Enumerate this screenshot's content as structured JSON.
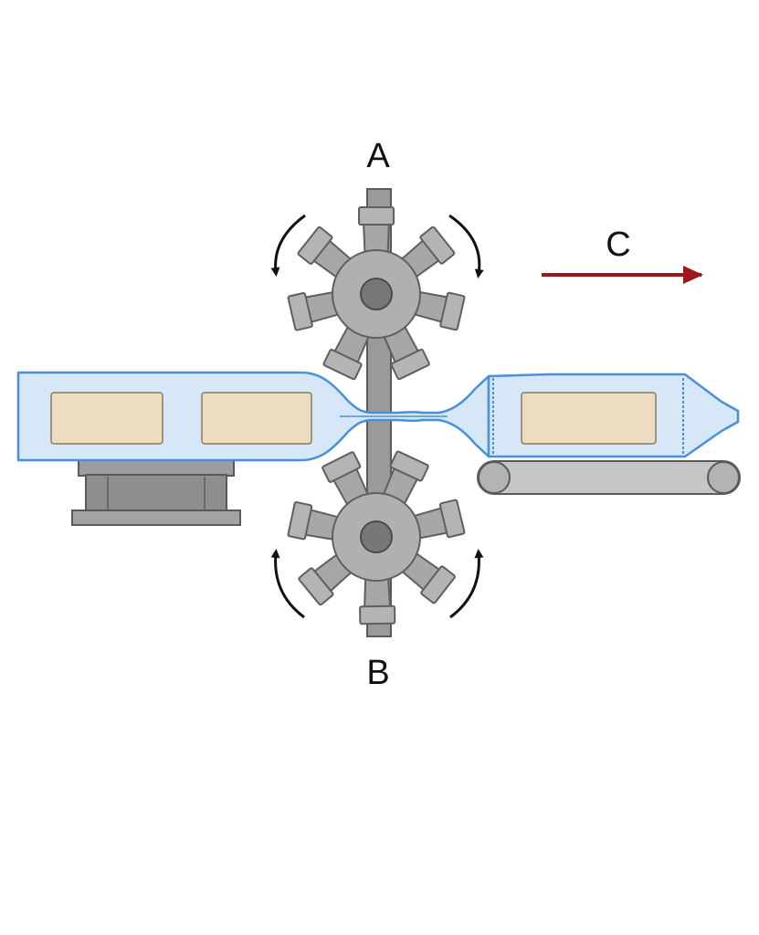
{
  "labels": {
    "top_wheel": "A",
    "bottom_wheel": "B",
    "direction": "C"
  },
  "colors": {
    "film": "#4a90d9",
    "film_fill": "#d6e8f8",
    "product": "#ecdcc0",
    "metal": "#a3a3a3",
    "metal_dark": "#6f6f6f",
    "arrow_direction": "#a0141c",
    "arrow_rotation": "#111111"
  },
  "icons": {
    "top_wheel": "cross-seal-wheel-icon",
    "bottom_wheel": "cross-seal-wheel-icon",
    "feed_base": "feed-platform-icon",
    "out_conveyor": "conveyor-belt-icon",
    "direction": "arrow-right-icon"
  }
}
